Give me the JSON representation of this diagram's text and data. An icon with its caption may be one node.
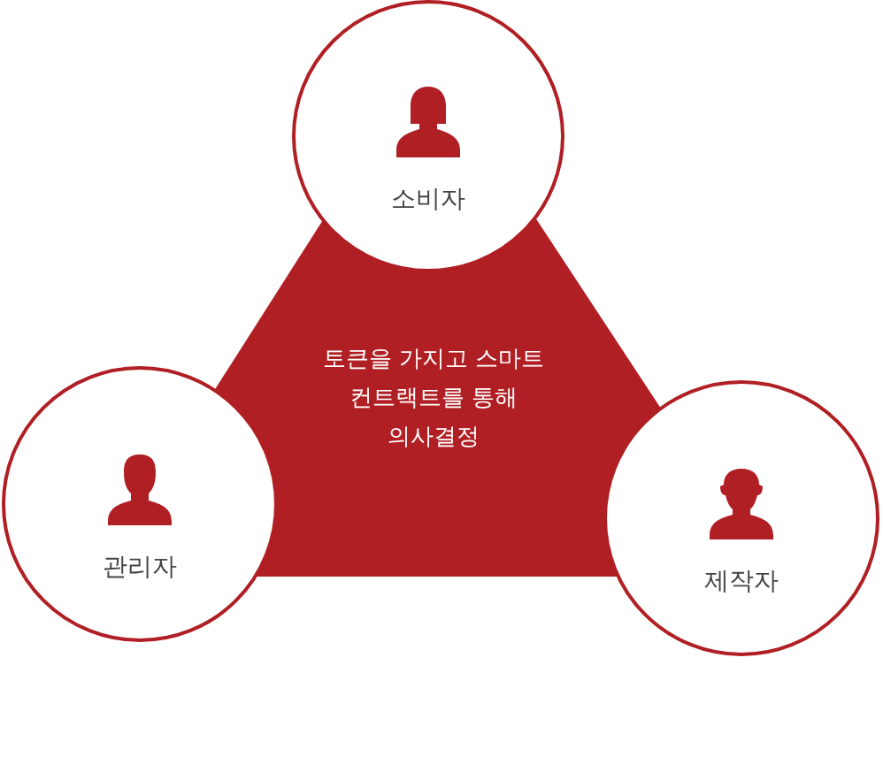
{
  "diagram": {
    "nodes": [
      {
        "text": [
          "소비자"
        ]
      },
      {
        "text": [
          "토큰을 가지고 스마트 컨트랙트를 통해 의사결정"
        ]
      },
      {
        "text": [
          "관리자"
        ]
      },
      {
        "text": [
          "제작자"
        ]
      }
    ]
  }
}
